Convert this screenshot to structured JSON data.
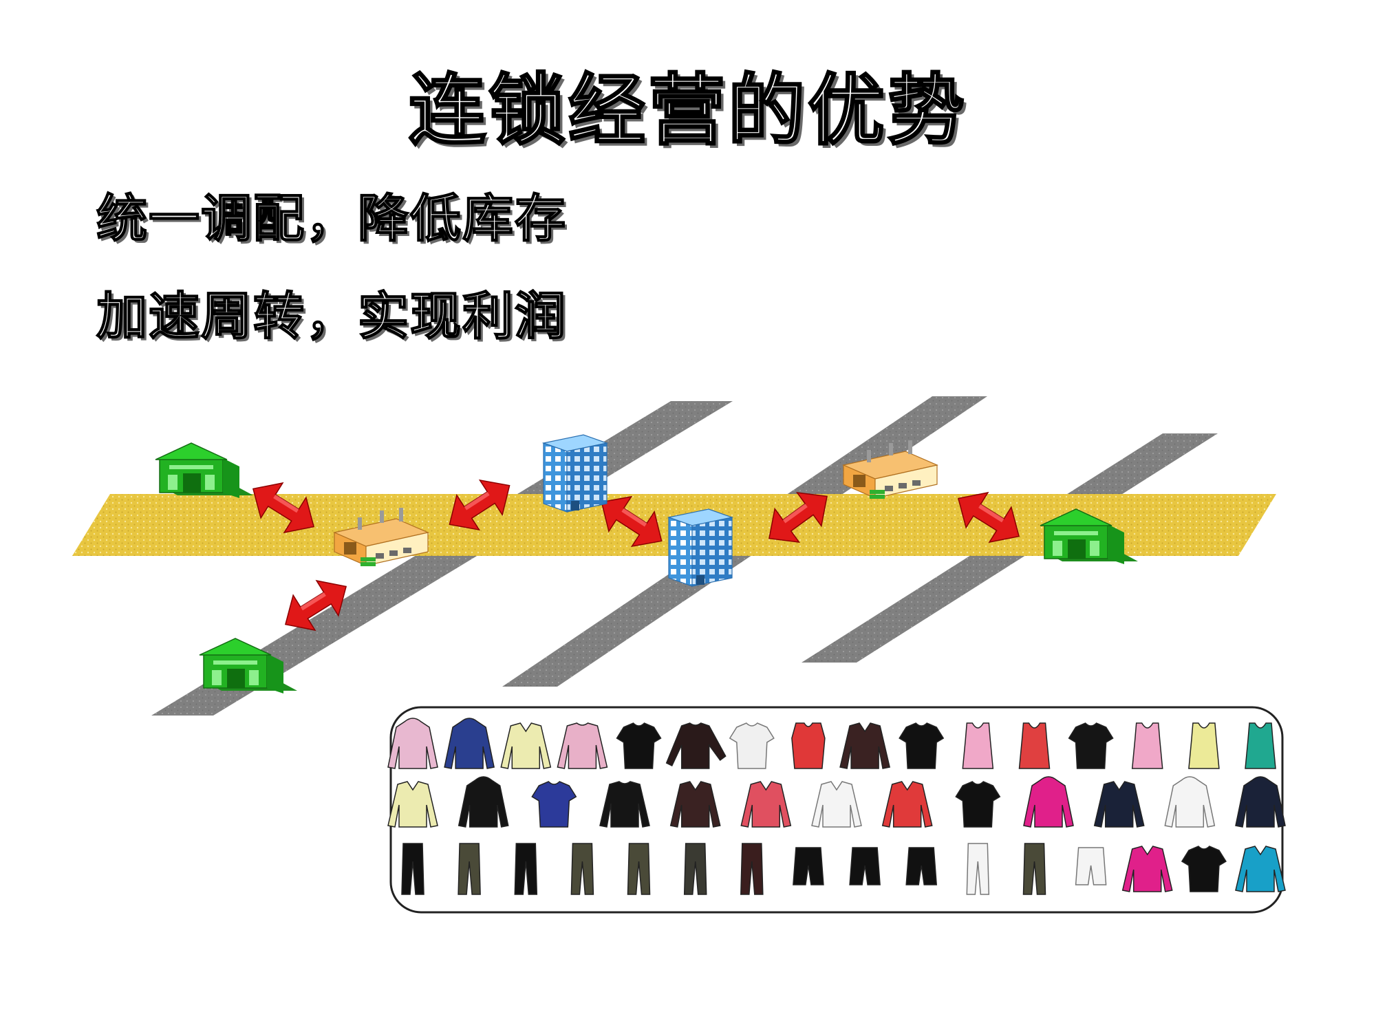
{
  "title": "连锁经营的优势",
  "bullets": [
    "统一调配，降低库存",
    "加速周转，实现利润"
  ],
  "colors": {
    "main_road": "#e8c640",
    "side_road": "#808080",
    "arrow": "#e01818",
    "store": "#22b222",
    "office": "#4aa8e8",
    "warehouse": "#f2b050"
  },
  "icons": {
    "store": "store-icon",
    "office": "office-building-icon",
    "warehouse": "warehouse-icon",
    "arrow": "double-arrow-icon",
    "garment": "garment-icon"
  },
  "nodes": [
    {
      "type": "store"
    },
    {
      "type": "warehouse"
    },
    {
      "type": "store"
    },
    {
      "type": "office"
    },
    {
      "type": "office"
    },
    {
      "type": "warehouse"
    },
    {
      "type": "store"
    }
  ],
  "clothing_rows": [
    [
      "hoodie",
      "hoodie",
      "jacket",
      "sweater",
      "tee",
      "longsleeve",
      "tee",
      "vest",
      "jacket",
      "tee",
      "tank",
      "tank",
      "tee",
      "tank",
      "tank",
      "tank"
    ],
    [
      "jacket",
      "hoodie",
      "tee",
      "sweater",
      "jacket",
      "jacket",
      "jacket",
      "jacket",
      "tee",
      "hoodie",
      "jacket",
      "hoodie",
      "hoodie"
    ],
    [
      "pants",
      "pants",
      "pants",
      "pants",
      "pants",
      "pants",
      "pants",
      "capri",
      "capri",
      "capri",
      "pants",
      "pants",
      "capri",
      "jacket",
      "tee",
      "jacket"
    ]
  ],
  "clothing_colors": [
    [
      "#e8b8d0",
      "#2a3f8f",
      "#ecebb0",
      "#e8b0c8",
      "#111111",
      "#2a1a1a",
      "#f0f0f0",
      "#e03838",
      "#3a2222",
      "#111111",
      "#f0a8c8",
      "#e04040",
      "#151515",
      "#f0a8c8",
      "#ecea98",
      "#20a890"
    ],
    [
      "#ecebb0",
      "#151515",
      "#2c3a9a",
      "#151515",
      "#3a2222",
      "#e05060",
      "#f4f4f4",
      "#e03a3a",
      "#111111",
      "#e0208a",
      "#1a2238",
      "#f4f4f4",
      "#1a2238"
    ],
    [
      "#111111",
      "#4a4a38",
      "#111111",
      "#4a4a38",
      "#4a4a38",
      "#3a3a32",
      "#3a1e1e",
      "#111111",
      "#111111",
      "#111111",
      "#f4f4f4",
      "#4a4a38",
      "#f4f4f4",
      "#e0208a",
      "#111111",
      "#18a0c8"
    ]
  ]
}
